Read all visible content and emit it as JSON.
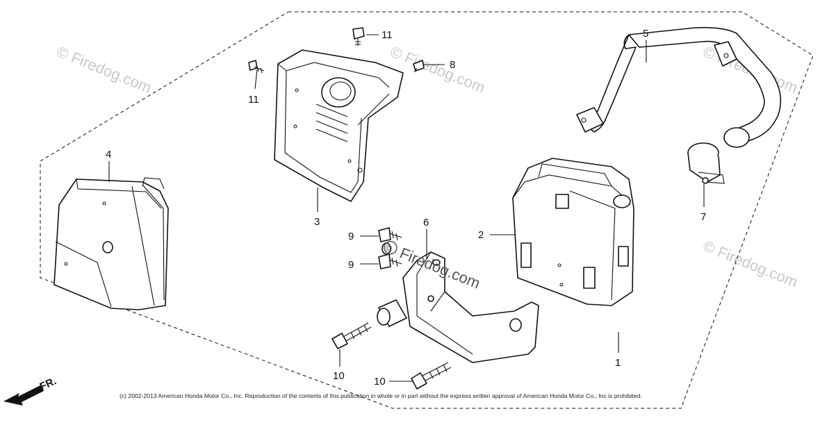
{
  "callouts": [
    {
      "id": "1",
      "label": "1"
    },
    {
      "id": "2",
      "label": "2"
    },
    {
      "id": "3",
      "label": "3"
    },
    {
      "id": "4",
      "label": "4"
    },
    {
      "id": "5",
      "label": "5"
    },
    {
      "id": "6",
      "label": "6"
    },
    {
      "id": "7",
      "label": "7"
    },
    {
      "id": "8",
      "label": "8"
    },
    {
      "id": "9a",
      "label": "9"
    },
    {
      "id": "9b",
      "label": "9"
    },
    {
      "id": "10a",
      "label": "10"
    },
    {
      "id": "10b",
      "label": "10"
    },
    {
      "id": "11a",
      "label": "11"
    },
    {
      "id": "11b",
      "label": "11"
    }
  ],
  "watermark_text": "© Firedog.com",
  "center_watermark": {
    "symbol": "©",
    "text": "Firedog.com"
  },
  "direction_label": "FR.",
  "copyright": "(c) 2002-2013 American Honda Motor Co., Inc. Reproduction of the contents of this publication in whole or in part without the express written approval of American Honda Motor Co., Inc is prohibited."
}
